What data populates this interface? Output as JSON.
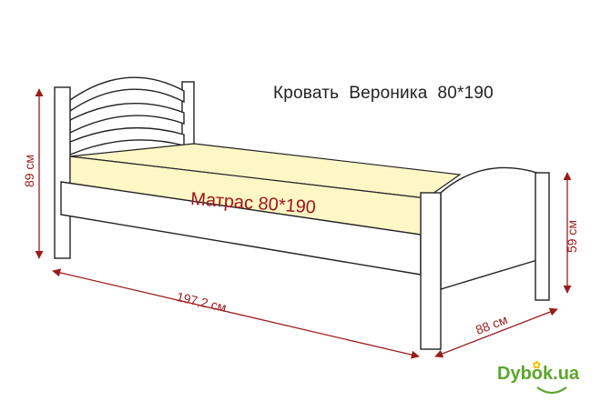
{
  "title": "Кровать  Вероника  80*190",
  "mattress": {
    "label": "Матрас 80*190",
    "fill_color": "#fdf7c6"
  },
  "dimensions": {
    "headboard_height": "89 см",
    "footboard_height": "59 см",
    "length": "197,2 см",
    "width": "88 см"
  },
  "logo": {
    "part1": "Dyb",
    "part2": "o",
    "part3": "k.ua",
    "color": "#5aa62a"
  },
  "colors": {
    "dimension_lines": "#9b1c1c",
    "outline": "#222222"
  }
}
